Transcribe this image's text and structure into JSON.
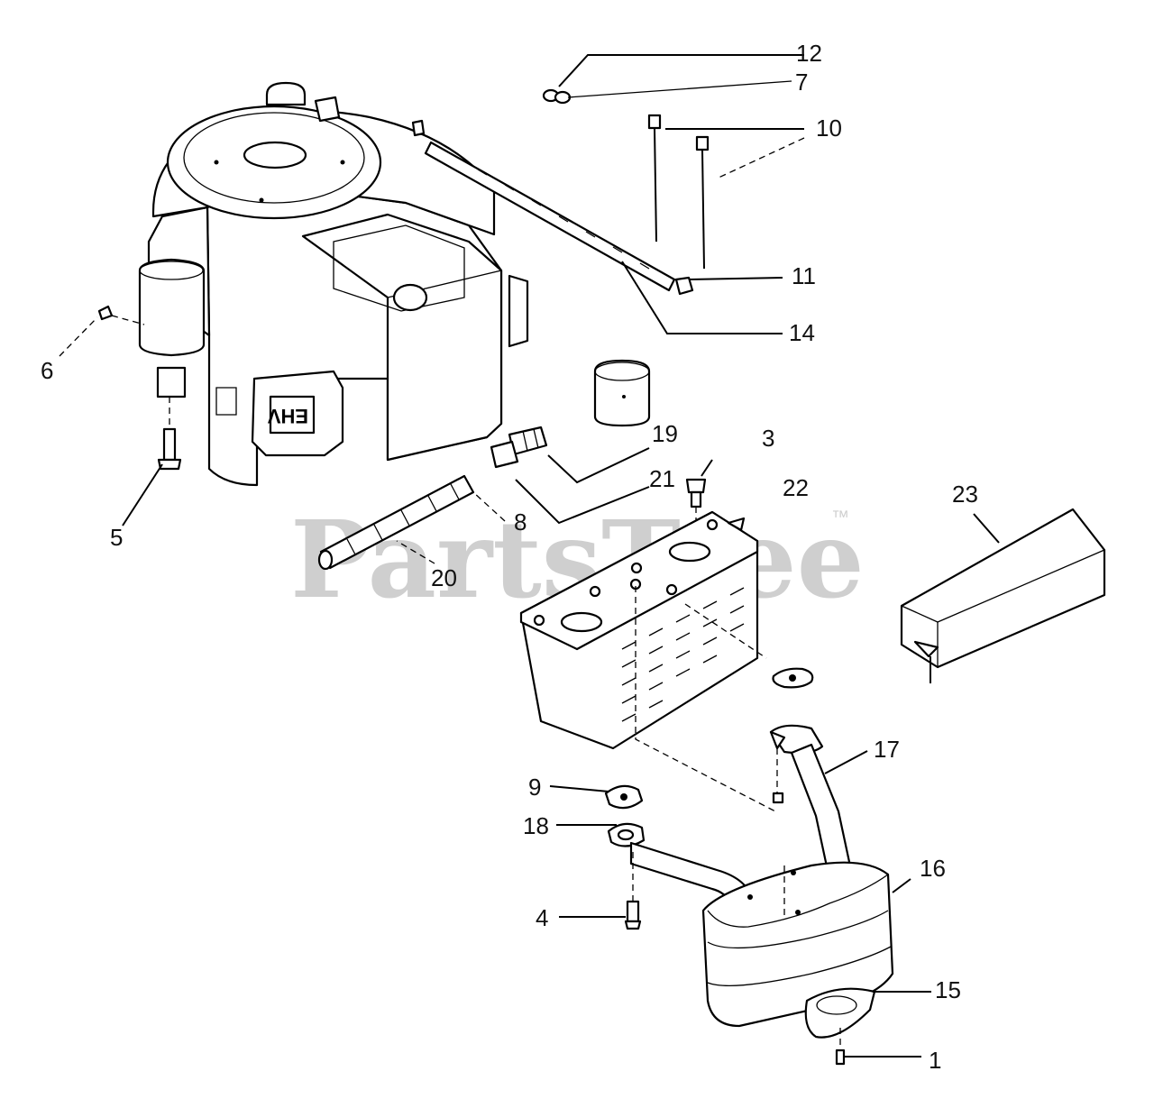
{
  "watermark": {
    "text": "PartsTree",
    "trademark": "™"
  },
  "callouts": [
    {
      "id": "c12",
      "label": "12"
    },
    {
      "id": "c7",
      "label": "7"
    },
    {
      "id": "c10",
      "label": "10"
    },
    {
      "id": "c11",
      "label": "11"
    },
    {
      "id": "c14",
      "label": "14"
    },
    {
      "id": "c6",
      "label": "6"
    },
    {
      "id": "c5",
      "label": "5"
    },
    {
      "id": "c19",
      "label": "19"
    },
    {
      "id": "c3",
      "label": "3"
    },
    {
      "id": "c21",
      "label": "21"
    },
    {
      "id": "c22",
      "label": "22"
    },
    {
      "id": "c23",
      "label": "23"
    },
    {
      "id": "c8",
      "label": "8"
    },
    {
      "id": "c20",
      "label": "20"
    },
    {
      "id": "c17",
      "label": "17"
    },
    {
      "id": "c9",
      "label": "9"
    },
    {
      "id": "c18",
      "label": "18"
    },
    {
      "id": "c16",
      "label": "16"
    },
    {
      "id": "c4",
      "label": "4"
    },
    {
      "id": "c15",
      "label": "15"
    },
    {
      "id": "c1",
      "label": "1"
    }
  ],
  "engine_badge": "EHV"
}
